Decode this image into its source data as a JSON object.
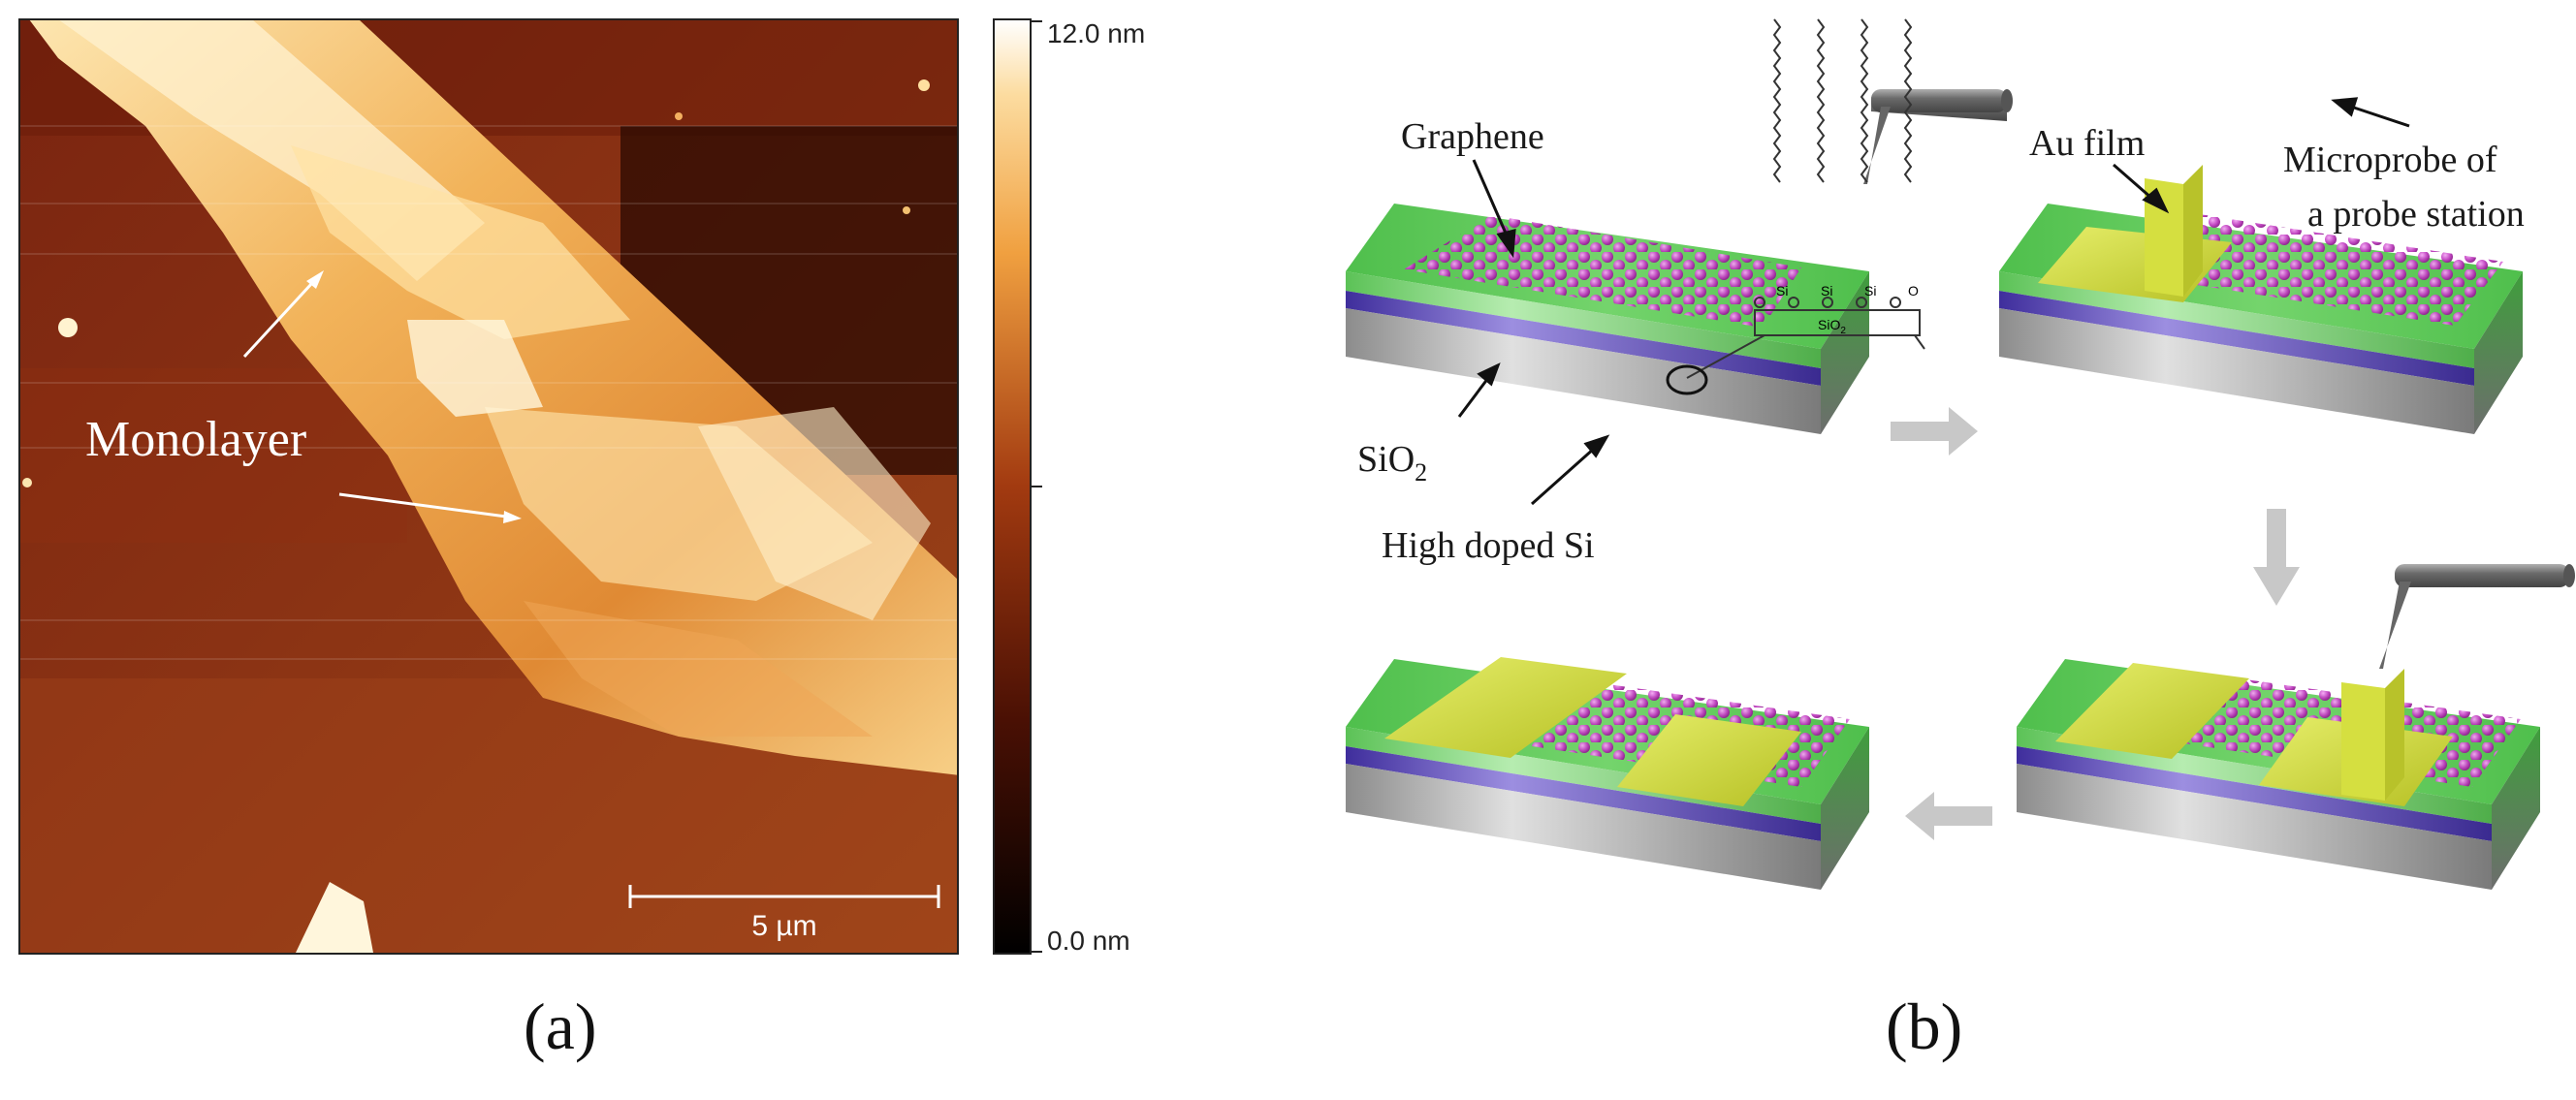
{
  "panel_a": {
    "label": "(a)",
    "annotation": "Monolayer",
    "scale_bar_label": "5 µm",
    "colorbar": {
      "max_label": "12.0 nm",
      "min_label": "0.0 nm"
    }
  },
  "panel_b": {
    "label": "(b)",
    "labels": {
      "graphene": "Graphene",
      "sio2_main": "SiO",
      "sio2_sub": "2",
      "high_doped_si": "High doped Si",
      "au_film": "Au film",
      "microprobe_line1": "Microprobe of",
      "microprobe_line2": "a probe station",
      "inset_si": "Si",
      "inset_o": "O",
      "inset_sio2_main": "SiO",
      "inset_sio2_sub": "2"
    }
  },
  "colors": {
    "green_top": "#5ec85a",
    "purple_layer": "#5a48b4",
    "gray_substrate": "#a9a9a9",
    "au_yellow": "#cfd93a",
    "graphene_atoms": "#c040c0",
    "afm_dark": "#3a0c02",
    "afm_light": "#fff4c8"
  }
}
